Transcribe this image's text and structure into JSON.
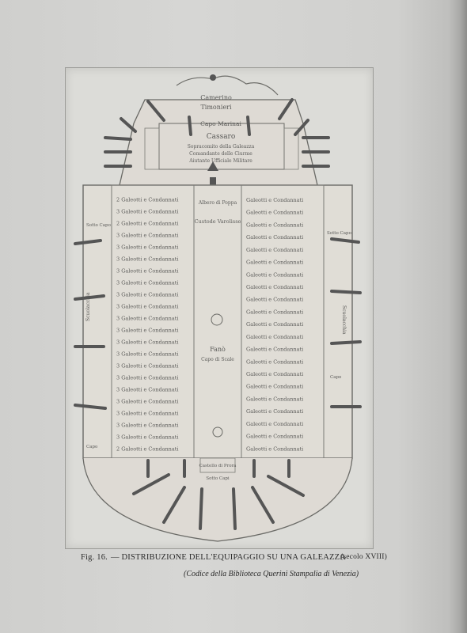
{
  "caption": {
    "figure_label": "Fig. 16.",
    "title": "— DISTRIBUZIONE DELL'EQUIPAGGIO SU UNA GALEAZZA",
    "century": "(secolo XVIII)",
    "source": "(Codice della Biblioteca Querini Stampalia di Venezia)"
  },
  "drawing": {
    "camerino": "Camerino",
    "timonieri": "Timonieri",
    "capo_marinai": "Capo Marinai",
    "cassaro": "Cassaro",
    "cassaro_line1": "Sopracomito della Galeazza",
    "cassaro_line2": "Comandante delle Ciurme",
    "cassaro_line3": "Aiutante Ufficiale Militare",
    "left_rows": [
      "2 Galeotti e Condannati",
      "3 Galeotti e Condannati",
      "2 Galeotti e Condannati",
      "3 Galeotti e Condannati",
      "3 Galeotti e Condannati",
      "3 Galeotti e Condannati",
      "3 Galeotti e Condannati",
      "3 Galeotti e Condannati",
      "3 Galeotti e Condannati",
      "3 Galeotti e Condannati",
      "3 Galeotti e Condannati",
      "3 Galeotti e Condannati",
      "3 Galeotti e Condannati",
      "3 Galeotti e Condannati",
      "3 Galeotti e Condannati",
      "3 Galeotti e Condannati",
      "3 Galeotti e Condannati",
      "3 Galeotti e Condannati",
      "3 Galeotti e Condannati",
      "3 Galeotti e Condannati",
      "3 Galeotti e Condannati",
      "2 Galeotti e Condannati"
    ],
    "right_rows": [
      "Galeotti e Condannati",
      "Galeotti e Condannati",
      "Galeotti e Condannati",
      "Galeotti e Condannati",
      "Galeotti e Condannati",
      "Galeotti e Condannati",
      "Galeotti e Condannati",
      "Galeotti e Condannati",
      "Galeotti e Condannati",
      "Galeotti e Condannati",
      "Galeotti e Condannati",
      "Galeotti e Condannati",
      "Galeotti e Condannati",
      "Galeotti e Condannati",
      "Galeotti e Condannati",
      "Galeotti e Condannati",
      "Galeotti e Condannati",
      "Galeotti e Condannati",
      "Galeotti e Condannati",
      "Galeotti e Condannati",
      "Galeotti e Condannati"
    ],
    "center_top": "Albero di Poppa",
    "center_upper": "Custode Varolisse",
    "center_mid": "Fanò",
    "center_mid2": "Capo di Scale",
    "castello": "Castello di Prora",
    "sotto_capi": "Sotto Capi",
    "scuola": "Scuolacchia",
    "sotto_capo": "Sotto Capo",
    "capo": "Capo"
  }
}
